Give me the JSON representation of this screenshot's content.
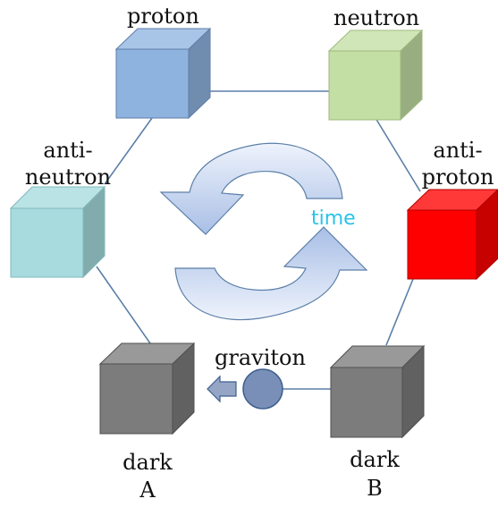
{
  "nodes": {
    "proton": {
      "label": "proton",
      "color": "#8fb3df"
    },
    "neutron": {
      "label": "neutron",
      "color": "#c4dfa4"
    },
    "anti_neutron": {
      "label_line1": "anti-",
      "label_line2": "neutron",
      "color": "#a7dbde"
    },
    "anti_proton": {
      "label_line1": "anti-",
      "label_line2": "proton",
      "color": "#ff0000"
    },
    "dark_a": {
      "label_line1": "dark",
      "label_line2": "A",
      "color": "#7c7c7c"
    },
    "dark_b": {
      "label_line1": "dark",
      "label_line2": "B",
      "color": "#7c7c7c"
    }
  },
  "graviton": {
    "label": "graviton",
    "color": "#7a8fb7"
  },
  "cycle": {
    "label": "time",
    "label_color": "#2bc3e8",
    "arrow_color": "#b9cdee"
  },
  "connector_color": "#5b7fa8"
}
